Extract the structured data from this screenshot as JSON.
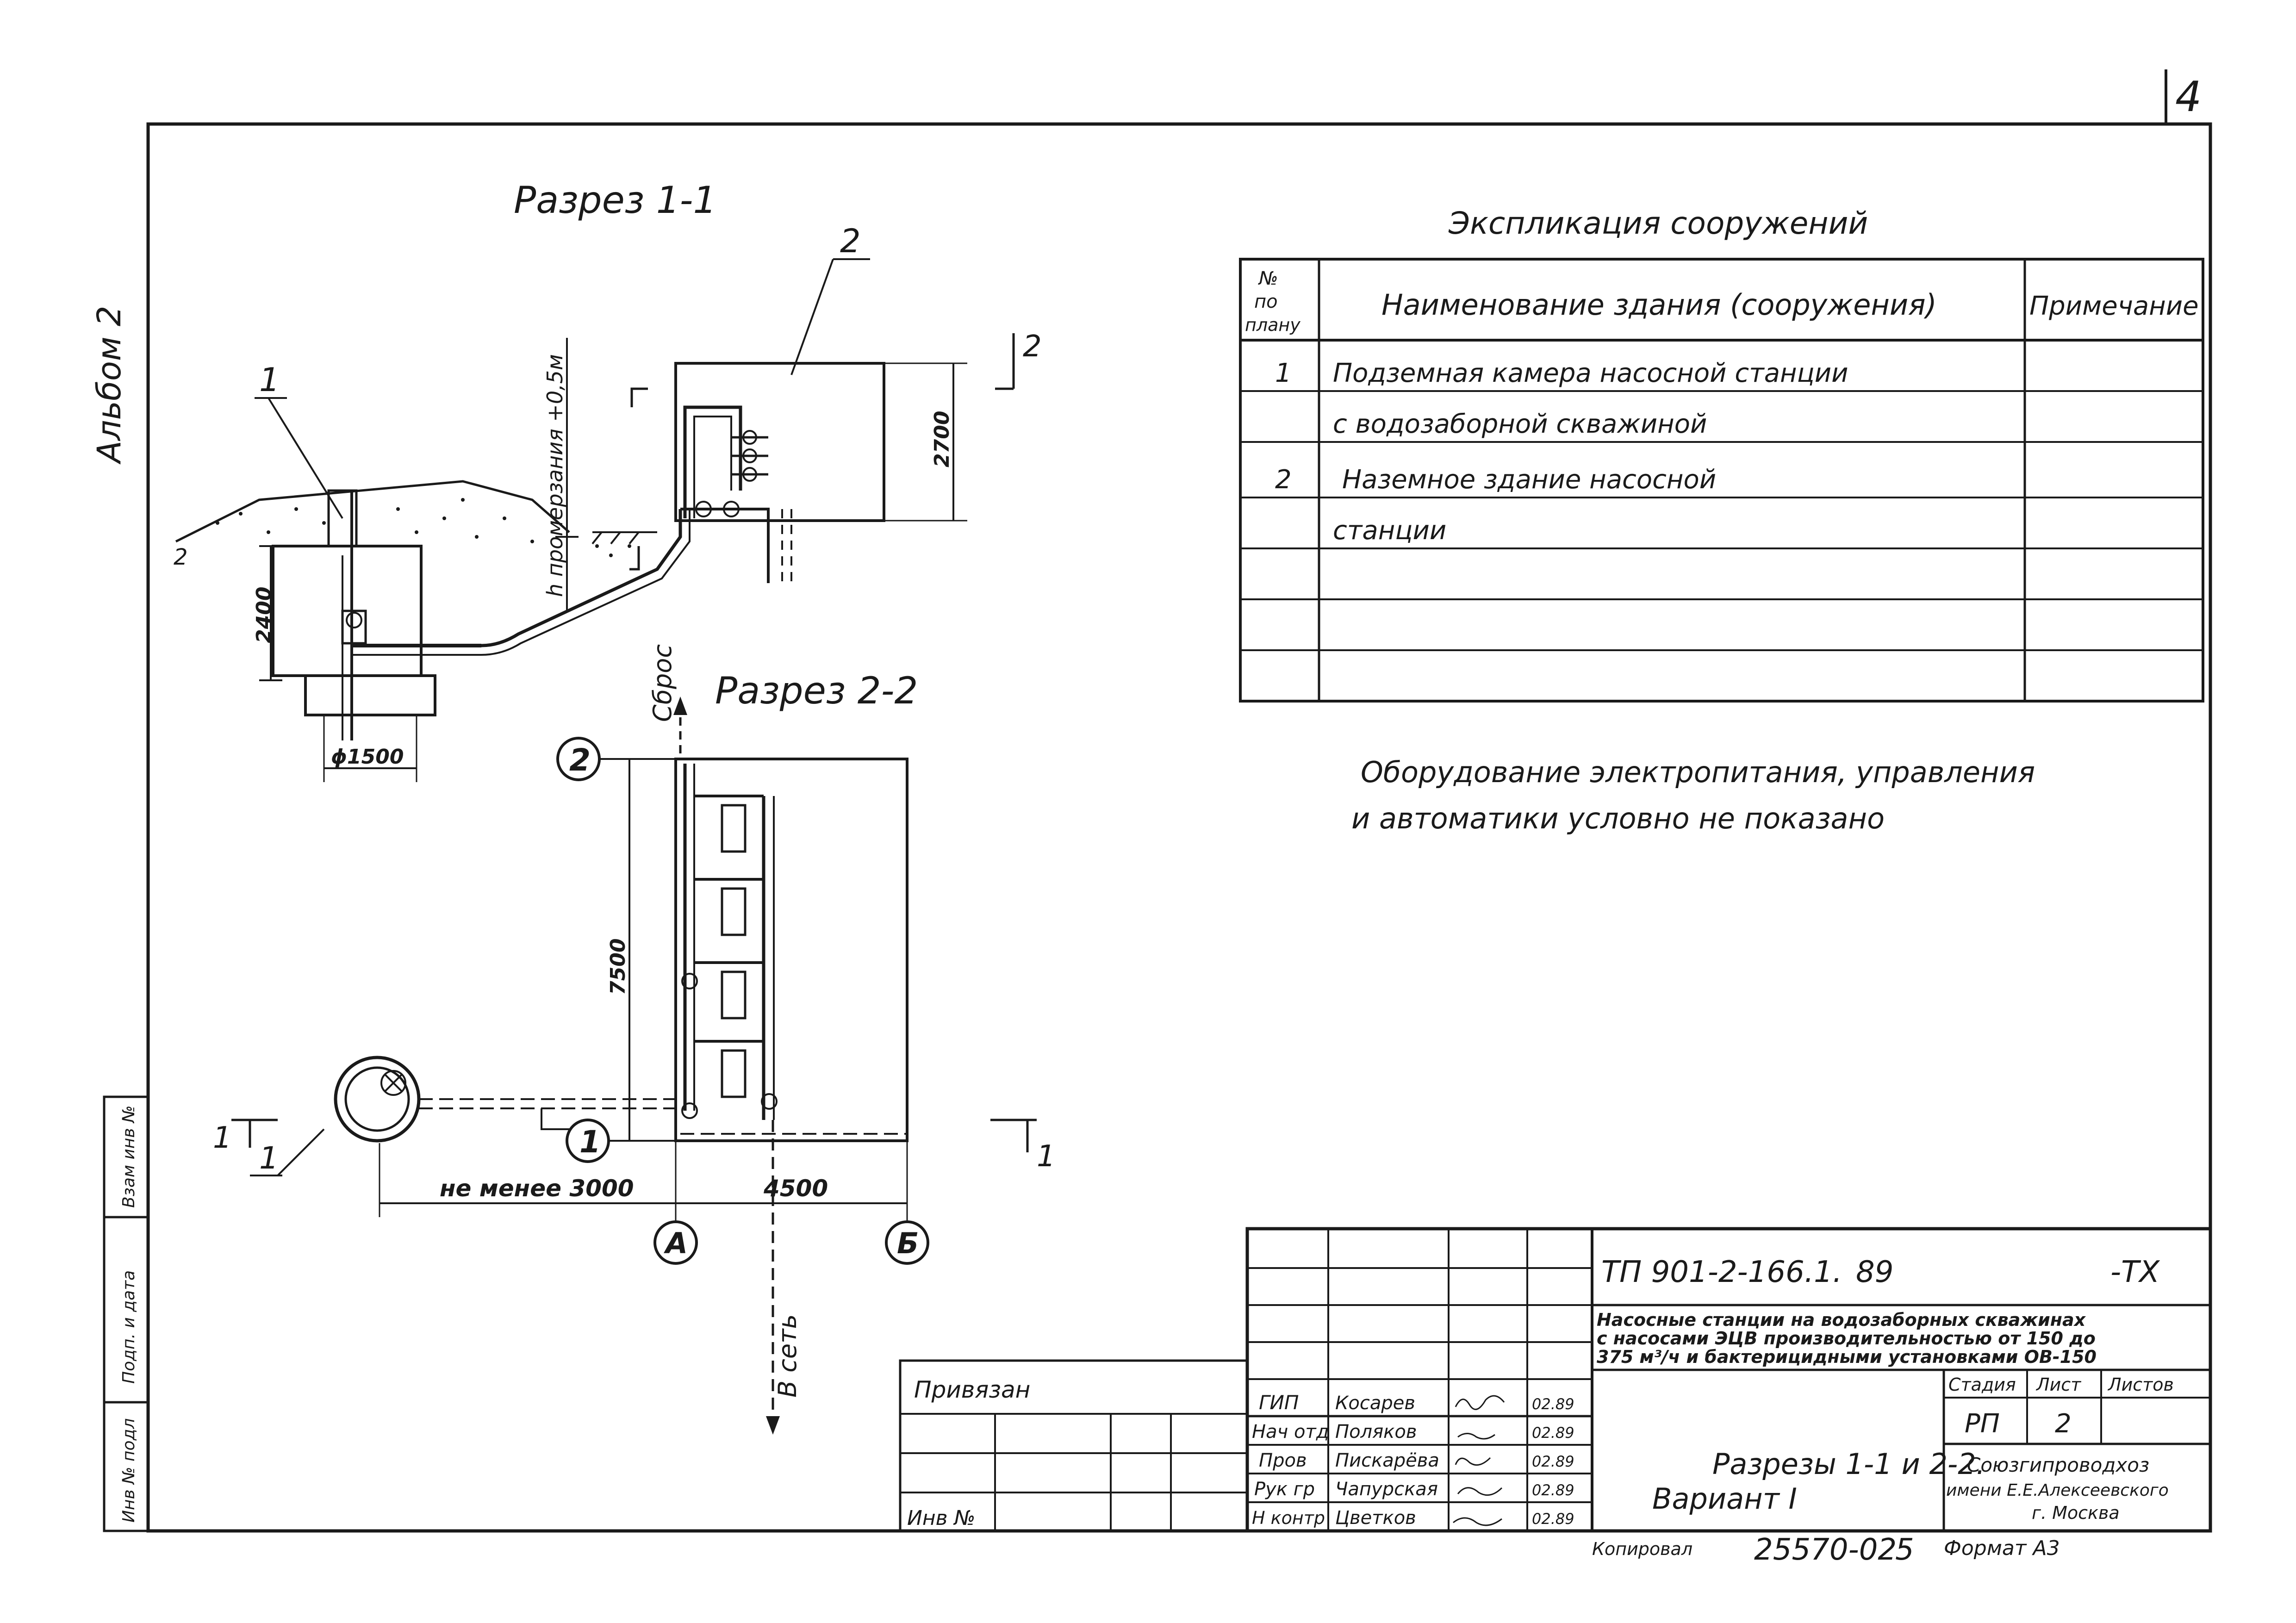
{
  "corner_sheet_mark": "4",
  "album_label": "Альбом 2",
  "section_1": {
    "title": "Разрез 1-1",
    "callout_1": "1",
    "callout_2": "2",
    "cut_mark_2": "2",
    "ground_mark_left": "2",
    "freeze_depth_label": "h промерзания +0,5м",
    "dim_height_left": "2400",
    "dim_diameter": "ϕ1500",
    "dim_height_right": "2700"
  },
  "section_2": {
    "title": "Разрез 2-2",
    "discharge_label": "Сброс",
    "to_network_label": "В сеть",
    "axis_2": "2",
    "axis_1": "1",
    "axis_a": "А",
    "axis_b": "Б",
    "dim_height": "7500",
    "dim_left": "не менее 3000",
    "dim_right": "4500",
    "well_callout": "1",
    "cut_left": "1",
    "cut_right": "1"
  },
  "explication": {
    "title": "Экспликация сооружений",
    "col_no": [
      "№",
      "по",
      "плану"
    ],
    "col_name": "Наименование здания (сооружения)",
    "col_note": "Примечание",
    "rows": [
      {
        "no": "1",
        "name": "Подземная камера насосной станции"
      },
      {
        "no": "",
        "name": "с водозаборной скважиной"
      },
      {
        "no": "2",
        "name": "Наземное здание насосной"
      },
      {
        "no": "",
        "name": "станции"
      },
      {
        "no": "",
        "name": ""
      },
      {
        "no": "",
        "name": ""
      },
      {
        "no": "",
        "name": ""
      }
    ]
  },
  "note_lines": [
    "Оборудование электропитания, управления",
    "и автоматики условно не показано"
  ],
  "side_stamp": [
    "Инв № подл",
    "Подп. и дата",
    "Взам инв №"
  ],
  "privyazan": "Привязан",
  "inv_no": "Инв №",
  "title_block": {
    "code": "ТП 901-2-166.1.",
    "year": "89",
    "suffix": "-ТХ",
    "description": [
      "Насосные станции на водозаборных скважинах",
      "с насосами ЭЦВ производительностью от 150 до",
      "375 м³/ч и бактерицидными установками ОВ-150"
    ],
    "signers": [
      {
        "role": "ГИП",
        "name": "Косарев",
        "date": "02.89"
      },
      {
        "role": "Нач отд",
        "name": "Поляков",
        "date": "02.89"
      },
      {
        "role": "Пров",
        "name": "Пискарёва",
        "date": "02.89"
      },
      {
        "role": "Рук гр",
        "name": "Чапурская",
        "date": "02.89"
      },
      {
        "role": "Н контр",
        "name": "Цветков",
        "date": "02.89"
      }
    ],
    "sheet_title_1": "Разрезы 1-1 и 2-2.",
    "sheet_title_2": "Вариант I",
    "stage_header": "Стадия",
    "sheet_header": "Лист",
    "sheets_header": "Листов",
    "stage": "РП",
    "sheet": "2",
    "org_lines": [
      "Союзгипроводхоз",
      "имени Е.Е.Алексеевского",
      "г. Москва"
    ],
    "copied_label": "Копировал",
    "archive_no": "25570-02",
    "archive_page": "5",
    "format_label": "Формат А3"
  }
}
